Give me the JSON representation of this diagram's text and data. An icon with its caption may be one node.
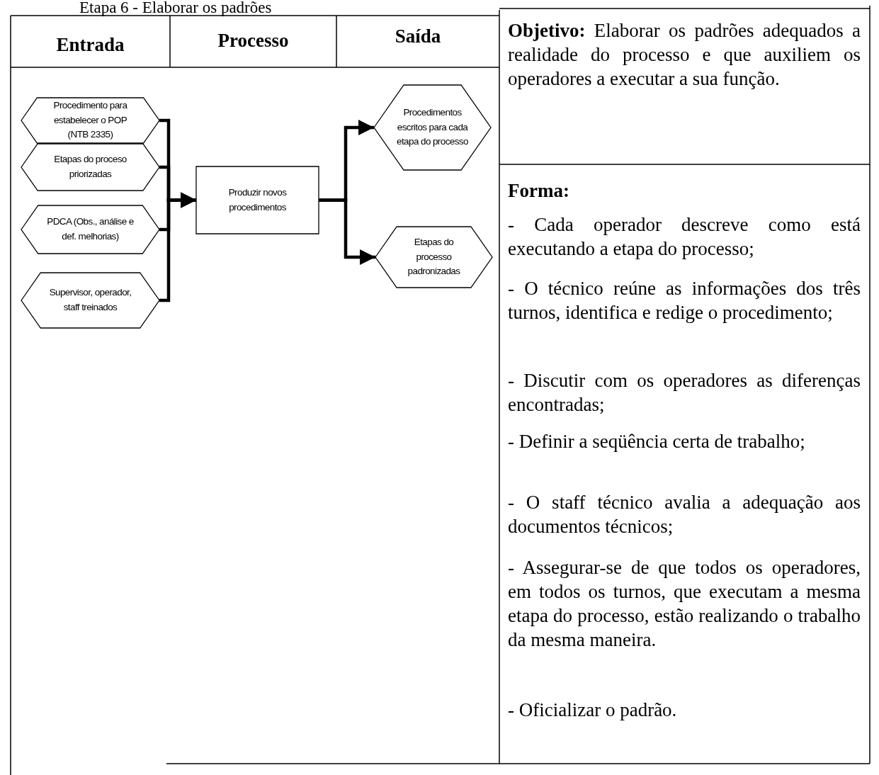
{
  "diagram": {
    "title": "Etapa 6 - Elaborar os padrões",
    "nodes": [
      {
        "text": [
          "Procedimento para estabelecer o POP (NTB 2335)"
        ]
      },
      {
        "text": [
          "Etapas do proceso priorizadas"
        ]
      },
      {
        "text": [
          "PDCA (Obs., análise e def. melhorias)"
        ]
      },
      {
        "text": [
          "Supervisor, operador, staff treinados"
        ]
      },
      {
        "text": [
          "Produzir novos procedimentos"
        ]
      },
      {
        "text": [
          "Procedimentos escritos para cada etapa do processo"
        ]
      },
      {
        "text": [
          "Etapas do processo padronizadas"
        ]
      }
    ],
    "edges": [
      {
        "from": 0,
        "to": 4,
        "arrow": "to"
      },
      {
        "from": 1,
        "to": 4,
        "arrow": "to"
      },
      {
        "from": 2,
        "to": 4,
        "arrow": "to"
      },
      {
        "from": 3,
        "to": 4,
        "arrow": "to"
      },
      {
        "from": 4,
        "to": 5,
        "arrow": "to"
      },
      {
        "from": 4,
        "to": 6,
        "arrow": "to"
      }
    ],
    "labels": [
      "Entrada",
      "Processo",
      "Saída",
      "**Objetivo:** Elaborar os padrões adequados a realidade do processo e que auxiliem os operadores a executar a sua função.",
      "Forma:",
      "- Cada operador descreve como está executando a etapa do processo;",
      "- O técnico reúne as informações dos três turnos, identifica e redige o procedimento;",
      "- Discutir com os operadores as diferenças encontradas;",
      "- Definir a seqüência certa de trabalho;",
      "- O staff técnico avalia a adequação aos documentos técnicos;",
      "- Assegurar-se de que todos os operadores, em todos os turnos, que executam a mesma etapa do processo, estão realizando o trabalho da mesma maneira.",
      "- Oficializar o padrão."
    ]
  }
}
